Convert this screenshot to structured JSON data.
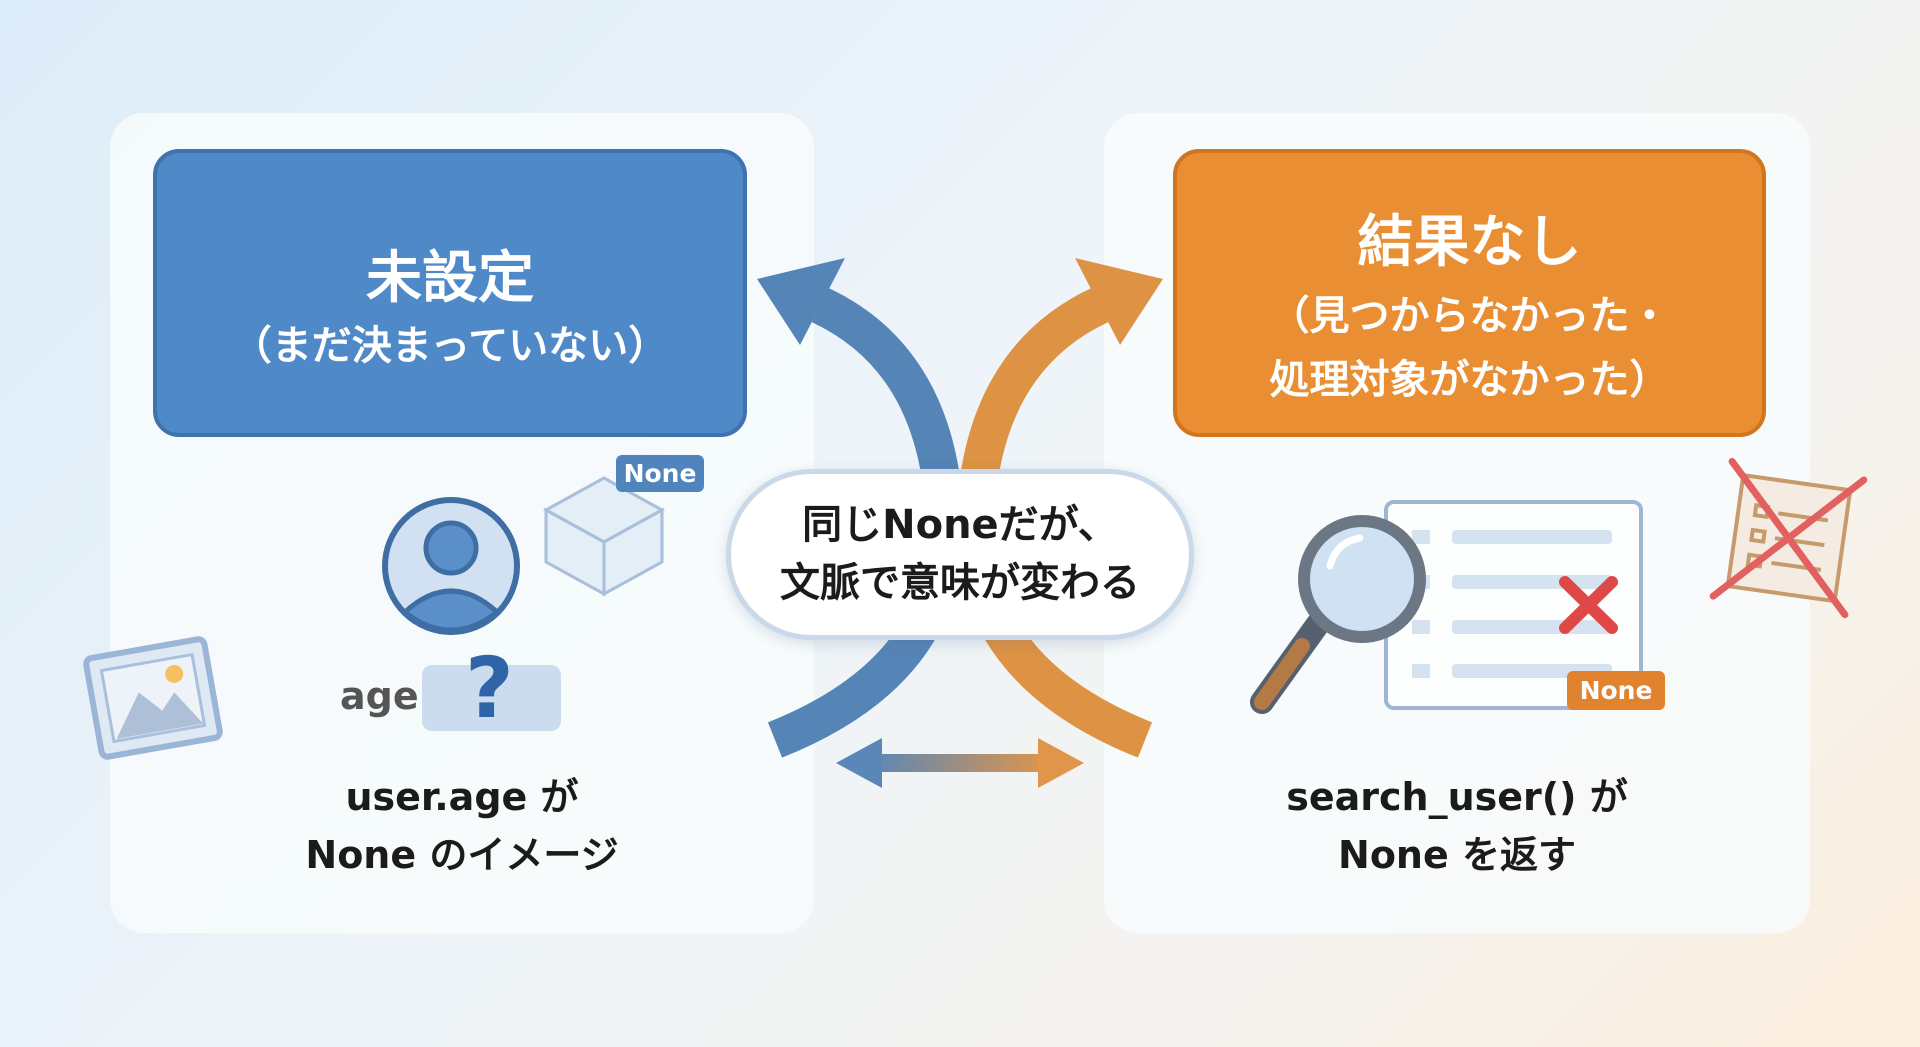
{
  "left": {
    "title": "未設定",
    "subtitle": "（まだ決まっていない）",
    "tag": "None",
    "field_label": "age",
    "field_value": "?",
    "caption_line1": "user.age が",
    "caption_line2": "None のイメージ"
  },
  "center": {
    "line1": "同じNoneだが、",
    "line2": "文脈で意味が変わる"
  },
  "right": {
    "title": "結果なし",
    "subtitle_line1": "（見つからなかった・",
    "subtitle_line2": "処理対象がなかった）",
    "tag": "None",
    "caption_line1": "search_user() が",
    "caption_line2": "None を返す"
  },
  "colors": {
    "blue": "#4e88c7",
    "orange": "#e88c30",
    "red": "#e04848"
  }
}
